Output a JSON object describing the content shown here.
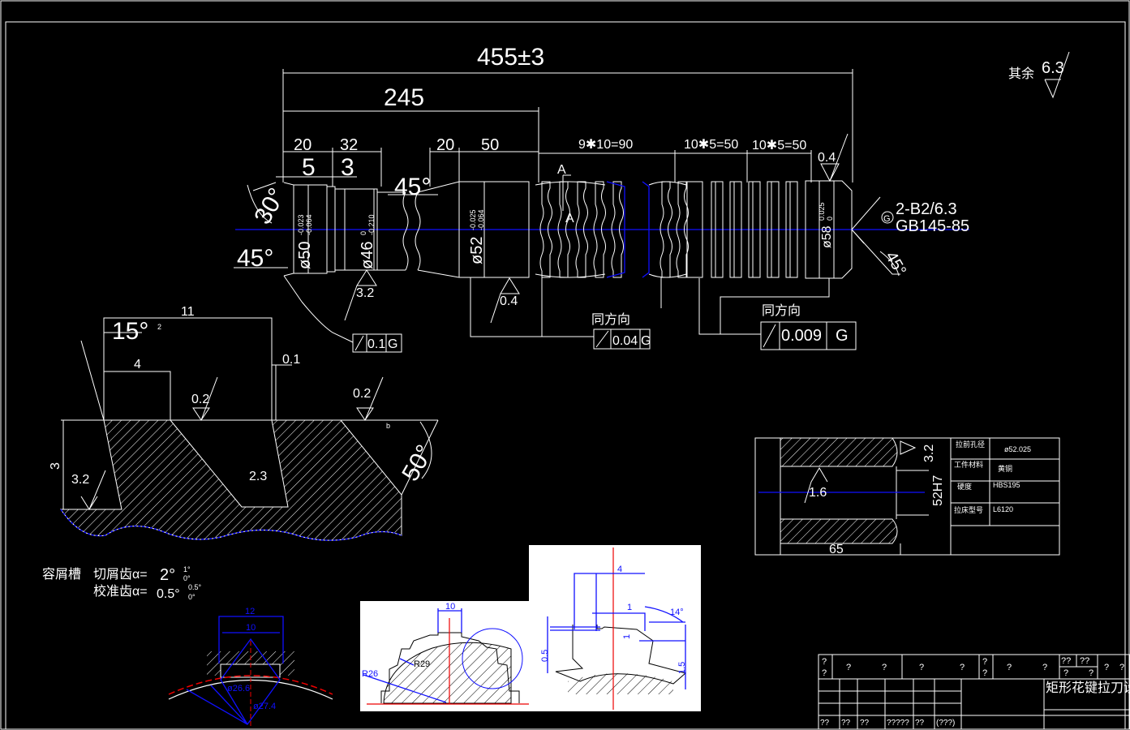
{
  "shaft": {
    "overall_length": "455±3",
    "length_245": "245",
    "dims": {
      "d20a": "20",
      "d32": "32",
      "d5": "5",
      "d3": "3",
      "d20b": "20",
      "d50": "50",
      "teeth_pitch": "9✱10=90",
      "pitch_b": "10✱5=50",
      "pitch_c": "10✱5=50"
    },
    "angles": {
      "a30": "30°",
      "a45_left": "45°",
      "a45_neck": "45°",
      "a45_right": "45°"
    },
    "diameters": [
      {
        "label": "ø50",
        "upper": "-0.023",
        "lower": "-0.064"
      },
      {
        "label": "ø46",
        "upper": "0",
        "lower": "-0.210"
      },
      {
        "label": "ø52",
        "upper": "-0.025",
        "lower": "-0.064"
      },
      {
        "label": "ø58",
        "upper": "0.025",
        "lower": "0"
      }
    ],
    "roughness": {
      "rest_label": "其余",
      "rest_value": "6.3",
      "r32": "3.2",
      "r04_mid": "0.4",
      "r04_right": "0.4"
    },
    "center_hole": {
      "datum": "G",
      "spec": "2-B2/6.3",
      "standard": "GB145-85"
    },
    "section": {
      "a1": "A",
      "a2": "A"
    },
    "tolerances": [
      {
        "value": "0.1",
        "datum": "G"
      },
      {
        "note": "同方向",
        "value": "0.04",
        "datum": "G"
      },
      {
        "note": "同方向",
        "value": "0.009",
        "datum": "G"
      }
    ]
  },
  "tooth_detail": {
    "d11": "11",
    "a15": "15°",
    "a15_tol": "2",
    "d4": "4",
    "d01": "0.1",
    "r02a": "0.2",
    "r02b": "0.2",
    "h3": "3",
    "r32": "3.2",
    "r23": "2.3",
    "a50": "50°",
    "small": "b"
  },
  "chip_notes": {
    "title": "容屑槽",
    "cut_label": "切屑齿α=",
    "cut_value": "2°",
    "cut_up": "1°",
    "cut_low": "0°",
    "cal_label": "校准齿α=",
    "cal_value": "0.5°",
    "cal_up": "0.5°",
    "cal_low": "0°"
  },
  "spline_detail": {
    "w12": "12",
    "w10": "10",
    "d266": "ø26.6",
    "d274": "ø27.4"
  },
  "white_fig1": {
    "w10": "10",
    "r29": "R29",
    "r26": "R26"
  },
  "white_fig2": {
    "w4": "4",
    "l1": "1",
    "a14": "14°",
    "h1": "1",
    "h05": "0.5",
    "h15": "1.5"
  },
  "workpiece": {
    "r32": "3.2",
    "r16": "1.6",
    "bore": "52H7",
    "length": "65",
    "table": [
      {
        "label": "拉前孔径",
        "value": "ø52.025"
      },
      {
        "label": "工件材料",
        "value": "黄铜"
      },
      {
        "label": "硬度",
        "value": "HBS195"
      },
      {
        "label": "拉床型号",
        "value": "L6120"
      }
    ]
  },
  "title_block": {
    "title": "矩形花键拉刀设计",
    "row1": [
      "?",
      "?",
      "?",
      "?",
      "?",
      "?",
      "?",
      "?",
      "?",
      "?",
      "??",
      "??",
      "?",
      "?",
      "?",
      "?"
    ],
    "row2": [
      "??",
      "??",
      "??",
      "?????",
      "??",
      "(???)"
    ]
  },
  "colors": {
    "background": "#000000",
    "line": "#ffffff",
    "center": "#1010ff",
    "red": "#e00000"
  }
}
